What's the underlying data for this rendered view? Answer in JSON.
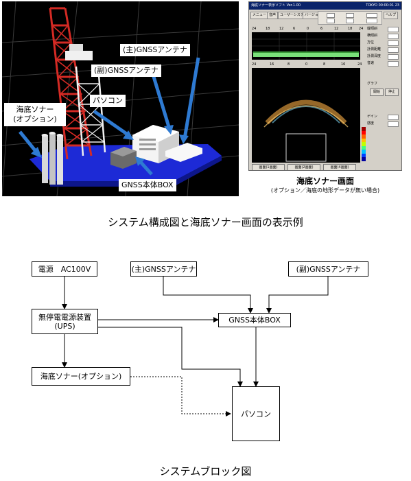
{
  "figure1": {
    "callouts": {
      "main_antenna": "(主)GNSSアンテナ",
      "sub_antenna": "(副)GNSSアンテナ",
      "pc": "パソコン",
      "sonar": "海底ソナー\n(オプション)",
      "gnss_box": "GNSS本体BOX"
    },
    "sonar_caption": "海底ソナー画面",
    "sonar_subcaption": "(オプション／海底の地形データが無い場合)",
    "caption": "システム構成図と海底ソナー画面の表示例"
  },
  "sonar_window": {
    "title": "海底ソナー表示ソフト Ver.1.00",
    "title_right": "TOKYO 00:00:01 23",
    "menu": [
      "メニュー",
      "音声",
      "ユーザーシステム",
      "バージョン",
      "ヘルプ"
    ],
    "scale_top": [
      "24",
      "18",
      "12",
      "6",
      "0",
      "6",
      "12",
      "18",
      "24"
    ],
    "scale_mid": [
      "24",
      "16",
      "8",
      "0",
      "8",
      "16",
      "24"
    ],
    "right_panel_labels": [
      "縦傾斜",
      "横傾斜",
      "方位",
      "計測距離",
      "計測深度",
      "音速",
      "グラフ",
      "開始",
      "停止",
      "ゲイン",
      "感度"
    ],
    "bottom_tabs": [
      "画面(1画面)",
      "画面(2画面)",
      "画面(4画面)"
    ],
    "colorbar": [
      "#0000a0",
      "#0040ff",
      "#00c0ff",
      "#40ff80",
      "#c0ff00",
      "#ffc000",
      "#ff6000",
      "#ff0000",
      "#a00000"
    ]
  },
  "diagram": {
    "blocks": {
      "power": "電源　AC100V",
      "main_antenna": "(主)GNSSアンテナ",
      "sub_antenna": "(副)GNSSアンテナ",
      "ups": "無停電電源装置\n(UPS)",
      "gnss_box": "GNSS本体BOX",
      "sonar": "海底ソナー(オプション)",
      "pc": "パソコン"
    },
    "caption": "システムブロック図"
  },
  "colors": {
    "tower": "#d42a24",
    "base": "#1d2ad6",
    "arrow": "#2e7ad2",
    "sonar_bg": "#000000",
    "sonar_graph": "#7ae07a"
  }
}
